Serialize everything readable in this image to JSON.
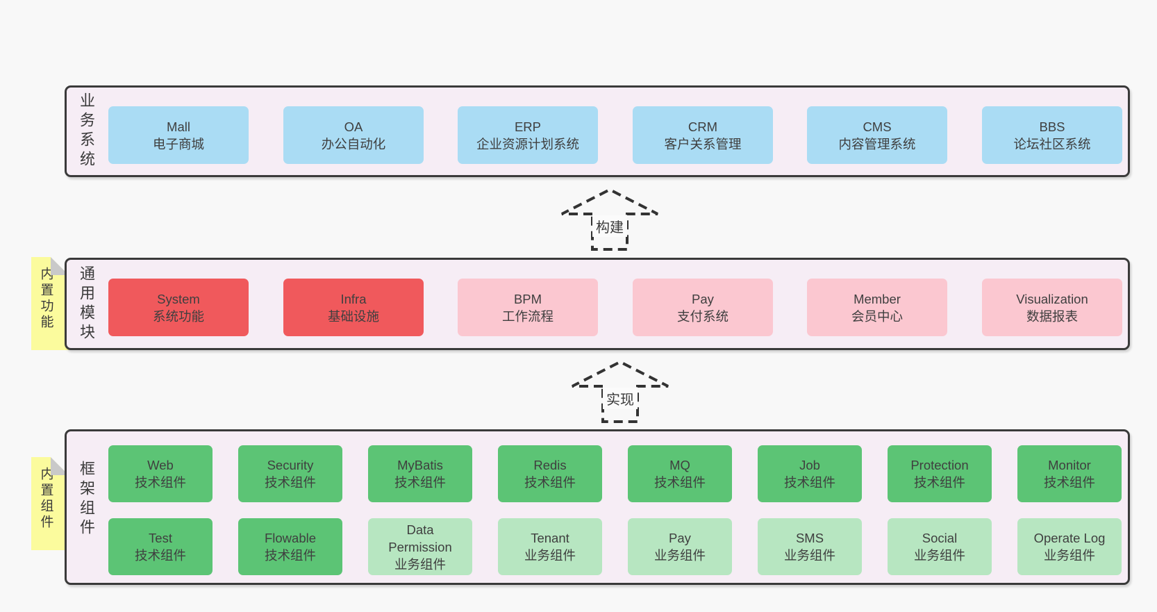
{
  "palette": {
    "page_bg": "#f8f8f8",
    "panel_bg": "#f6edf5",
    "panel_border": "#3a3a3a",
    "blue_box": "#aadcf4",
    "red_box": "#f0595c",
    "pink_box": "#fbc7d0",
    "green_dark_box": "#5cc475",
    "green_light_box": "#b7e6c1",
    "note_bg": "#fbfb9d",
    "note_fold": "#c9c9c9",
    "text": "#3d3d3d"
  },
  "layers": {
    "business": {
      "label": "业务系统",
      "boxes": [
        {
          "en": "Mall",
          "zh": "电子商城"
        },
        {
          "en": "OA",
          "zh": "办公自动化"
        },
        {
          "en": "ERP",
          "zh": "企业资源计划系统"
        },
        {
          "en": "CRM",
          "zh": "客户关系管理"
        },
        {
          "en": "CMS",
          "zh": "内容管理系统"
        },
        {
          "en": "BBS",
          "zh": "论坛社区系统"
        }
      ]
    },
    "modules": {
      "label": "通用模块",
      "note": "内置功能",
      "boxes": [
        {
          "en": "System",
          "zh": "系统功能"
        },
        {
          "en": "Infra",
          "zh": "基础设施"
        },
        {
          "en": "BPM",
          "zh": "工作流程"
        },
        {
          "en": "Pay",
          "zh": "支付系统"
        },
        {
          "en": "Member",
          "zh": "会员中心"
        },
        {
          "en": "Visualization",
          "zh": "数据报表"
        }
      ]
    },
    "components": {
      "label": "框架组件",
      "note": "内置组件",
      "row1": [
        {
          "en": "Web",
          "zh": "技术组件"
        },
        {
          "en": "Security",
          "zh": "技术组件"
        },
        {
          "en": "MyBatis",
          "zh": "技术组件"
        },
        {
          "en": "Redis",
          "zh": "技术组件"
        },
        {
          "en": "MQ",
          "zh": "技术组件"
        },
        {
          "en": "Job",
          "zh": "技术组件"
        },
        {
          "en": "Protection",
          "zh": "技术组件"
        },
        {
          "en": "Monitor",
          "zh": "技术组件"
        }
      ],
      "row2": [
        {
          "en": "Test",
          "zh": "技术组件"
        },
        {
          "en": "Flowable",
          "zh": "技术组件"
        },
        {
          "en": "Data Permission",
          "zh": "业务组件"
        },
        {
          "en": "Tenant",
          "zh": "业务组件"
        },
        {
          "en": "Pay",
          "zh": "业务组件"
        },
        {
          "en": "SMS",
          "zh": "业务组件"
        },
        {
          "en": "Social",
          "zh": "业务组件"
        },
        {
          "en": "Operate Log",
          "zh": "业务组件"
        }
      ]
    }
  },
  "arrows": {
    "build": {
      "label": "构建"
    },
    "implement": {
      "label": "实现"
    }
  }
}
